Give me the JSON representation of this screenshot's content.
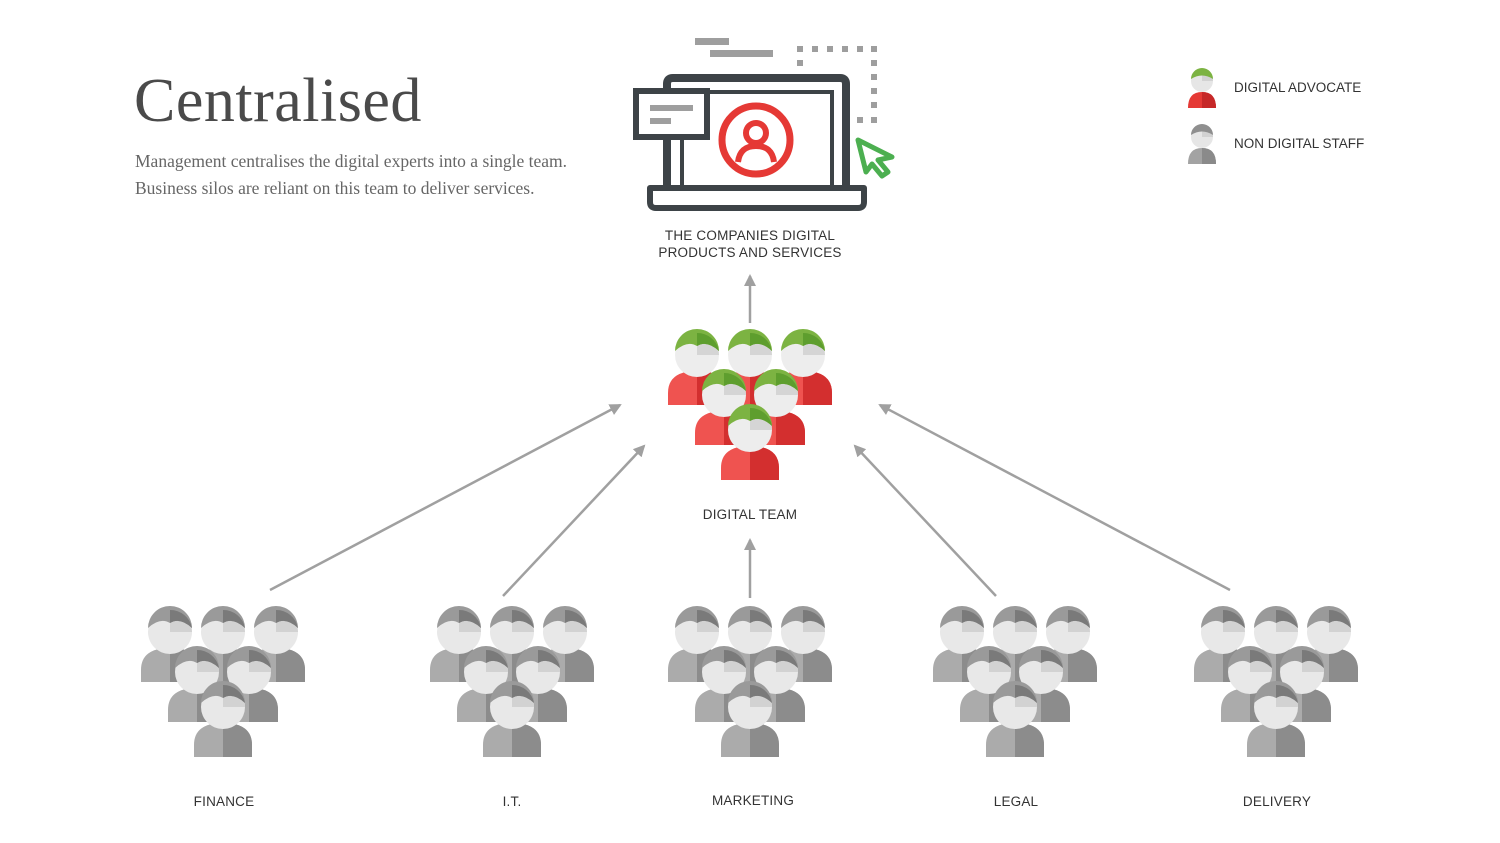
{
  "title": "Centralised",
  "description": "Management centralises the digital experts into a single team. Business silos are reliant on this team to deliver services.",
  "legend": {
    "advocate_label": "DIGITAL ADVOCATE",
    "staff_label": "NON DIGITAL STAFF"
  },
  "products_label": {
    "line1": "THE COMPANIES DIGITAL",
    "line2": "PRODUCTS AND SERVICES"
  },
  "digital_team_label": "DIGITAL TEAM",
  "departments": [
    {
      "label": "FINANCE"
    },
    {
      "label": "I.T."
    },
    {
      "label": "MARKETING"
    },
    {
      "label": "LEGAL"
    },
    {
      "label": "DELIVERY"
    }
  ],
  "colors": {
    "advocate_hair": "#7cb342",
    "advocate_body": "#e53935",
    "staff_hair": "#8a8a8a",
    "staff_body": "#9e9e9e",
    "face": "#e8e8e8",
    "arrow": "#a0a0a0",
    "laptop": "#3d4347",
    "cursor": "#4caf50"
  },
  "icons": {
    "products": "laptop-with-user-icon",
    "cursor": "cursor-arrow-icon"
  }
}
